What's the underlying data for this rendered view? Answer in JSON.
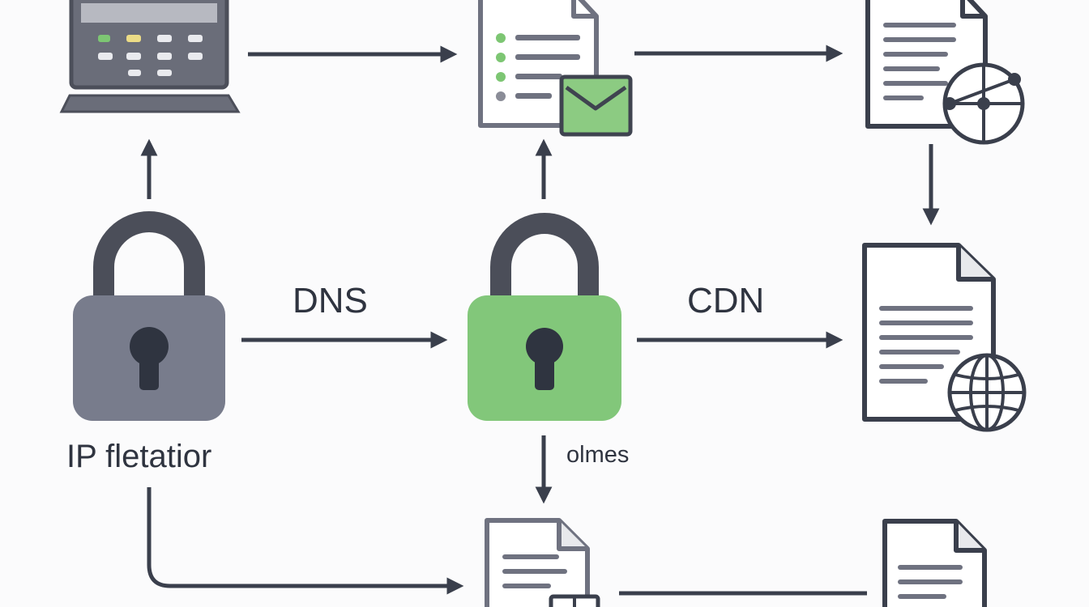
{
  "labels": {
    "dns": "DNS",
    "cdn": "CDN",
    "ip": "IP fletatior",
    "olmes": "olmes"
  },
  "colors": {
    "background": "#fbfbfc",
    "stroke": "#3a3f4c",
    "lock_gray": "#787c8c",
    "lock_green": "#82c77a",
    "accent_green": "#7dc673",
    "accent_yellow": "#ecdc86",
    "doc_gray": "#6f7280"
  },
  "icons": [
    "laptop-icon",
    "document-icon",
    "email-icon",
    "network-icon",
    "globe-icon",
    "padlock-icon"
  ]
}
